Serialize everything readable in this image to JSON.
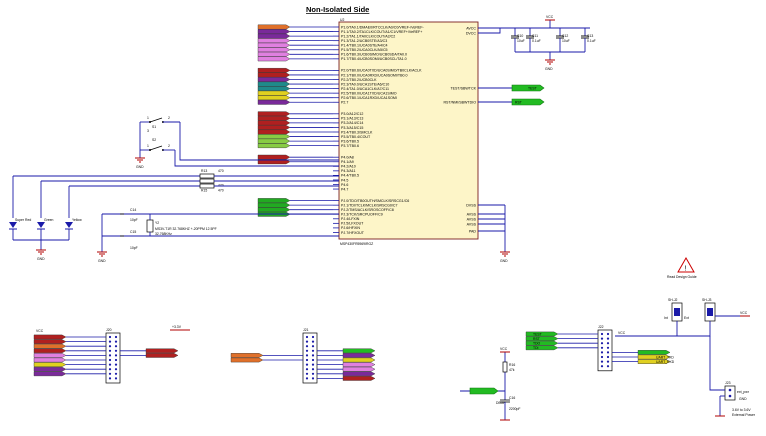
{
  "title": "Non-Isolated Side",
  "mcu": {
    "refdes": "U2",
    "part": "MSP430FR5969IRGZ",
    "left_pins": [
      "P1.0/TA0.1/DMAE0/RTCCLK/A0/C0/VREF-/VeREF-",
      "P1.1/TA0.2/TA1CLK/COUT/A1/C1/VREF+/VeREF+",
      "P1.2/TA1.1/TA0CLK/COUT/A2/C2",
      "P1.3/TA1.2/UCB0STE/A3/C3",
      "P1.4/TB0.1/UCA0STE/A4/C4",
      "P1.5/TB0.2/UCA0CLK/A5/C5",
      "P1.6/TB0.3/UCB0SIMO/UCB0SDA/TA0.0",
      "P1.7/TB0.4/UCB0SOMI/UCB0SCL/TA1.0",
      "P2.0/TB0.6/UCA0TXD/UCA0SIMO/TB0CLK/ACLK",
      "P2.1/TB0.0/UCA0RXD/UCA0SOMI/TB0.0",
      "P2.2/TB0.2/UCB0CLK",
      "P2.3/TA0.0/UCA1STE/A6/C10",
      "P2.4/TA1.0/UCA1CLK/A7/C11",
      "P2.5/TB0.0/UCA1TXD/UCA1SIMO",
      "P2.6/TB0.1/UCA1RXD/UCA1SOMI",
      "P2.7",
      "P3.0/A12/C12",
      "P3.1/A13/C13",
      "P3.2/A14/C14",
      "P3.3/A15/C15",
      "P3.4/TB0.3/SMCLK",
      "P3.5/TB0.4/COUT",
      "P3.6/TB0.5",
      "P3.7/TB0.6",
      "P4.0/A8",
      "P4.1/A9",
      "P4.2/A10",
      "P4.3/A11",
      "P4.4/TB0.5",
      "P4.5",
      "P4.6",
      "P4.7",
      "PJ.0/TDO/TB0OUTH/SMCLK/SRSCG1/C6",
      "PJ.1/TDI/TCLK/MCLK/SRSCG0/C7",
      "PJ.2/TMS/ACLK/SROSCOFF/C8",
      "PJ.3/TCK/SRCPUOFF/C9",
      "PJ.4/LFXIN",
      "PJ.5/LFXOUT",
      "PJ.6/HFXIN",
      "PJ.7/HFXOUT"
    ],
    "right_pins_top": [
      "AVCC",
      "DVCC"
    ],
    "right_pins_mid": [
      "TEST/SBWTCK",
      "RST/NMI/SBWTDIO"
    ],
    "right_pins_bottom": [
      "DVSS",
      "AVSS",
      "AVSS",
      "AVSS",
      "PAD"
    ]
  },
  "caps_top": [
    {
      "ref": "C10",
      "val": "10uF"
    },
    {
      "ref": "C11",
      "val": "0.1uF"
    },
    {
      "ref": "C12",
      "val": "10uF"
    },
    {
      "ref": "C13",
      "val": "0.1uF"
    }
  ],
  "power": {
    "vcc": "VCC",
    "gnd": "GND",
    "gnd_iso": "GND",
    "vcc_3v3": "+3.3V"
  },
  "labels_right": [
    "TEST",
    "RST"
  ],
  "switches": [
    {
      "ref": "S1"
    },
    {
      "ref": "S2"
    }
  ],
  "resistors": [
    {
      "ref": "R13",
      "val": "470"
    },
    {
      "ref": "R14",
      "val": "470"
    },
    {
      "ref": "R15",
      "val": "470"
    }
  ],
  "leds": [
    "Super Red",
    "Green",
    "Yellow"
  ],
  "crystal": {
    "ref": "Y2",
    "desc1": "MS3V-T1R 32.768KHZ +-20PPM 12.5PF",
    "desc2": "32.768KHz",
    "caps": [
      {
        "ref": "C14",
        "val": "10pF"
      },
      {
        "ref": "C15",
        "val": "10pF"
      }
    ]
  },
  "note_triangle": "!",
  "note_text": "Read Design Guide",
  "headers": {
    "h1_ref": "J20",
    "h2_ref": "J21",
    "h3_ref": "J22",
    "h4_ref": "J23",
    "jp_refs": [
      "SH-J2",
      "SH-J3"
    ],
    "jp_pins": [
      "Ext",
      "Int"
    ]
  },
  "debug_labels": [
    "TEST",
    "RST",
    "TDO",
    "TDI",
    "TMS",
    "TCK"
  ],
  "debug_ext": [
    "UART_TXD",
    "UART_RXD"
  ],
  "bottom_misc": {
    "r_ref": "R16",
    "r_val": "47k",
    "c_ref": "C16",
    "c_val": "2200pF",
    "net": "DBGP",
    "ext_pwr": "ext_pwr",
    "ext_label1": "3.6V to 3.6V",
    "ext_label2": "External Power"
  }
}
